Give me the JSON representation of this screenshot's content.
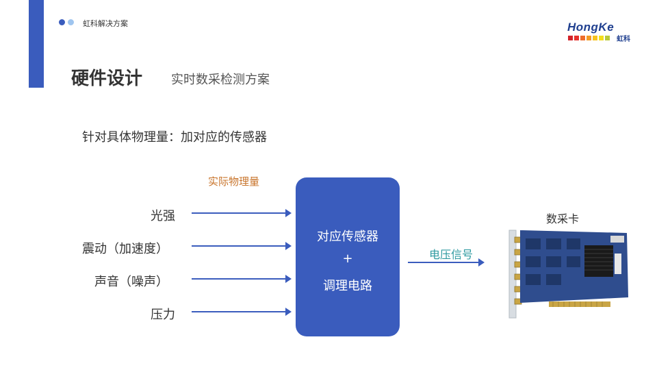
{
  "header": {
    "company": "虹科解决方案",
    "logo_text": "HongKe",
    "logo_cn": "虹科"
  },
  "page": {
    "title": "硬件设计",
    "subtitle": "实时数采检测方案",
    "lead": "针对具体物理量：加对应的传感器"
  },
  "diagram": {
    "physical_label": "实际物理量",
    "inputs": [
      "光强",
      "震动（加速度）",
      "声音（噪声）",
      "压力"
    ],
    "box": {
      "line1": "对应传感器",
      "plus": "+",
      "line2": "调理电路"
    },
    "output_label": "电压信号",
    "card_label": "数采卡"
  },
  "colors": {
    "accent": "#3a5cbd",
    "physical_label": "#c8742b",
    "output_label": "#2e9aa0"
  }
}
